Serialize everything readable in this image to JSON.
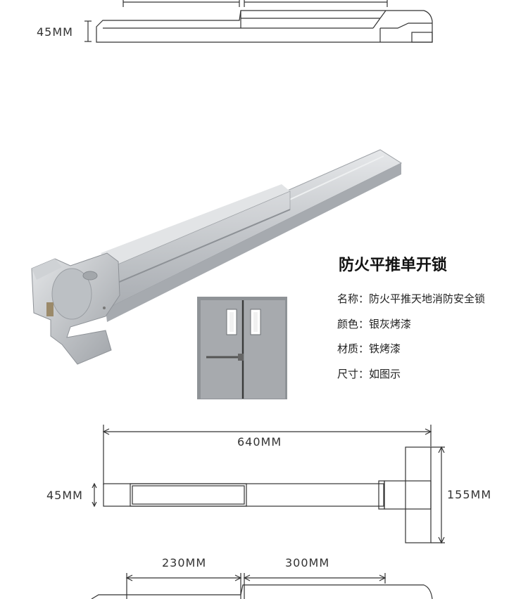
{
  "top_drawing": {
    "height_label": "45MM"
  },
  "product": {
    "title": "防火平推单开锁",
    "specs": [
      {
        "label": "名称：",
        "value": "防火平推天地消防安全锁"
      },
      {
        "label": "颜色：",
        "value": "银灰烤漆"
      },
      {
        "label": "材质：",
        "value": "铁烤漆"
      },
      {
        "label": "尺寸：",
        "value": "如图示"
      }
    ]
  },
  "dimension_drawing": {
    "length_label": "640MM",
    "height_label": "45MM",
    "end_height_label": "155MM"
  },
  "bottom_drawing": {
    "left_segment_label": "230MM",
    "right_segment_label": "300MM"
  },
  "colors": {
    "line": "#333333",
    "bar_silver": "#c9ccd0",
    "door_grey": "#9c9fa3"
  }
}
